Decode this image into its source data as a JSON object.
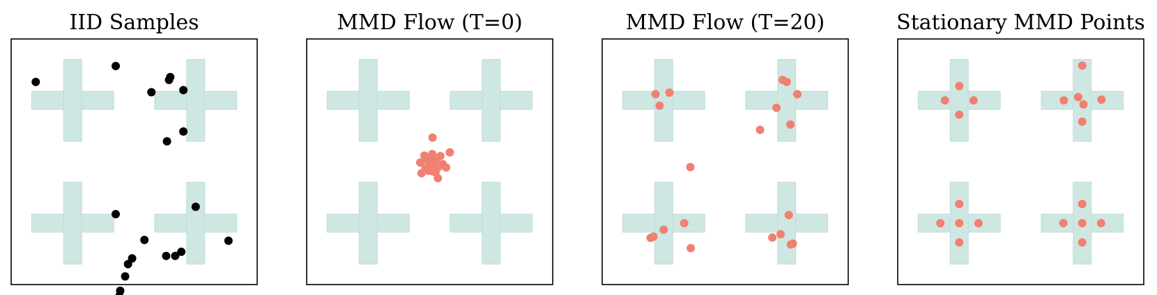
{
  "colors": {
    "cross_fill": "#cfe7e2",
    "cross_edge": "#bcdcd5",
    "iid_point": "#000000",
    "mmd_point": "#f08070"
  },
  "chart_data": [
    {
      "type": "scatter",
      "title": "IID Samples",
      "xlim": [
        -3,
        3
      ],
      "ylim": [
        -3,
        3
      ],
      "marker_color": "#000000",
      "background_shape": "four plus-shaped crosses centered at (±1.5, ±1.5)",
      "points": [
        [
          -0.45,
          2.34
        ],
        [
          -2.4,
          1.95
        ],
        [
          0.85,
          2.0
        ],
        [
          0.88,
          2.07
        ],
        [
          1.2,
          1.75
        ],
        [
          0.42,
          1.7
        ],
        [
          0.8,
          0.5
        ],
        [
          1.2,
          0.74
        ],
        [
          -0.45,
          -1.28
        ],
        [
          0.25,
          -1.91
        ],
        [
          -0.05,
          -2.36
        ],
        [
          -0.15,
          -2.5
        ],
        [
          -0.22,
          -2.8
        ],
        [
          -0.34,
          -3.15
        ],
        [
          -0.36,
          -3.28
        ],
        [
          1.5,
          -1.1
        ],
        [
          2.3,
          -1.93
        ],
        [
          0.78,
          -2.3
        ],
        [
          1.0,
          -2.3
        ],
        [
          1.15,
          -2.2
        ]
      ]
    },
    {
      "type": "scatter",
      "title": "MMD Flow (T=0)",
      "xlim": [
        -3,
        3
      ],
      "ylim": [
        -3,
        3
      ],
      "marker_color": "#f08070",
      "background_shape": "four plus-shaped crosses centered at (±1.5, ±1.5)",
      "points": [
        [
          0.07,
          0.59
        ],
        [
          0.49,
          0.23
        ],
        [
          -0.13,
          0.15
        ],
        [
          0.06,
          0.19
        ],
        [
          0.26,
          0.14
        ],
        [
          0.16,
          0.06
        ],
        [
          -0.07,
          0.04
        ],
        [
          0.06,
          0.02
        ],
        [
          -0.23,
          -0.02
        ],
        [
          0.32,
          -0.06
        ],
        [
          0.1,
          -0.08
        ],
        [
          0.0,
          -0.12
        ],
        [
          -0.1,
          -0.16
        ],
        [
          0.2,
          -0.14
        ],
        [
          0.4,
          -0.14
        ],
        [
          0.14,
          -0.26
        ],
        [
          -0.03,
          -0.22
        ],
        [
          -0.2,
          -0.28
        ],
        [
          0.06,
          -0.23
        ],
        [
          0.2,
          -0.4
        ]
      ]
    },
    {
      "type": "scatter",
      "title": "MMD Flow (T=20)",
      "xlim": [
        -3,
        3
      ],
      "ylim": [
        -3,
        3
      ],
      "marker_color": "#f08070",
      "background_shape": "four plus-shaped crosses centered at (±1.5, ±1.5)",
      "points": [
        [
          -1.7,
          1.65
        ],
        [
          -1.36,
          1.69
        ],
        [
          -1.6,
          1.37
        ],
        [
          1.4,
          2.0
        ],
        [
          1.5,
          1.95
        ],
        [
          1.76,
          1.65
        ],
        [
          1.25,
          1.32
        ],
        [
          1.59,
          0.91
        ],
        [
          0.85,
          0.78
        ],
        [
          -0.85,
          -0.13
        ],
        [
          -1.5,
          -1.66
        ],
        [
          -1.0,
          -1.5
        ],
        [
          -1.75,
          -1.83
        ],
        [
          -1.82,
          -1.86
        ],
        [
          -0.84,
          -2.11
        ],
        [
          1.55,
          -1.3
        ],
        [
          1.35,
          -1.77
        ],
        [
          1.15,
          -1.85
        ],
        [
          1.65,
          -2.0
        ],
        [
          1.6,
          -2.02
        ]
      ]
    },
    {
      "type": "scatter",
      "title": "Stationary MMD Points",
      "xlim": [
        -3,
        3
      ],
      "ylim": [
        -3,
        3
      ],
      "marker_color": "#f08070",
      "background_shape": "four plus-shaped crosses centered at (±1.5, ±1.5)",
      "points": [
        [
          -1.5,
          1.85
        ],
        [
          -1.85,
          1.5
        ],
        [
          -1.15,
          1.5
        ],
        [
          -1.5,
          1.15
        ],
        [
          1.5,
          2.35
        ],
        [
          1.4,
          1.58
        ],
        [
          1.05,
          1.5
        ],
        [
          1.53,
          1.4
        ],
        [
          1.97,
          1.52
        ],
        [
          1.5,
          0.98
        ],
        [
          -1.5,
          -1.03
        ],
        [
          -1.96,
          -1.5
        ],
        [
          -1.5,
          -1.5
        ],
        [
          -1.03,
          -1.5
        ],
        [
          -1.5,
          -1.97
        ],
        [
          1.5,
          -1.03
        ],
        [
          1.04,
          -1.5
        ],
        [
          1.5,
          -1.5
        ],
        [
          1.96,
          -1.5
        ],
        [
          1.5,
          -1.97
        ]
      ]
    }
  ]
}
